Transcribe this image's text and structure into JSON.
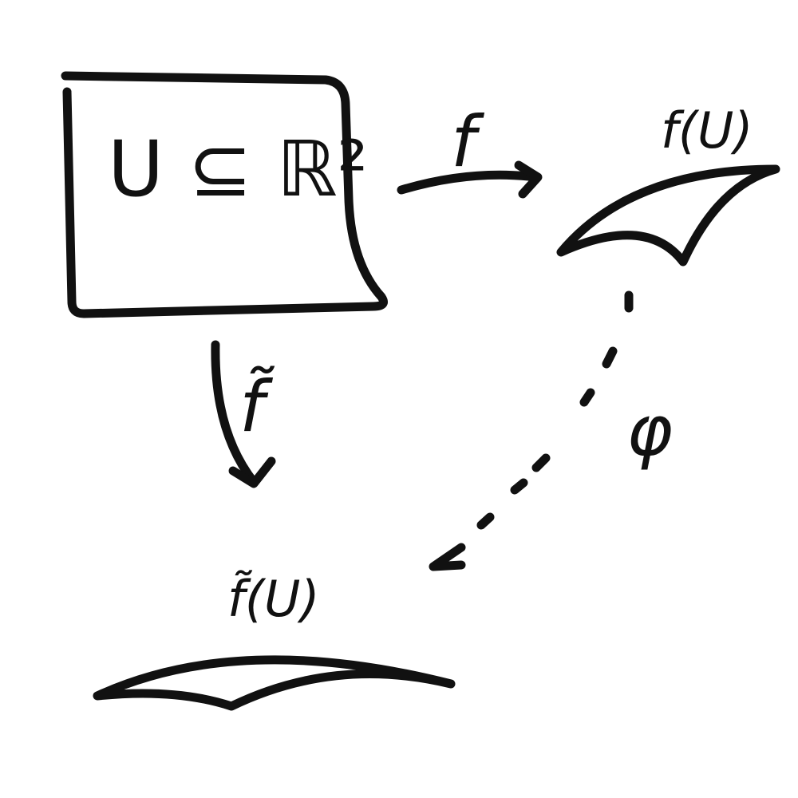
{
  "diagram": {
    "domain_label": "U ⊆ ℝ²",
    "map_f_label": "f",
    "map_ftilde_label": "f̃",
    "map_phi_label": "φ",
    "image_f_label": "f(U)",
    "image_ftilde_label": "f̃(U)"
  },
  "colors": {
    "ink": "#111111",
    "background": "#ffffff"
  }
}
